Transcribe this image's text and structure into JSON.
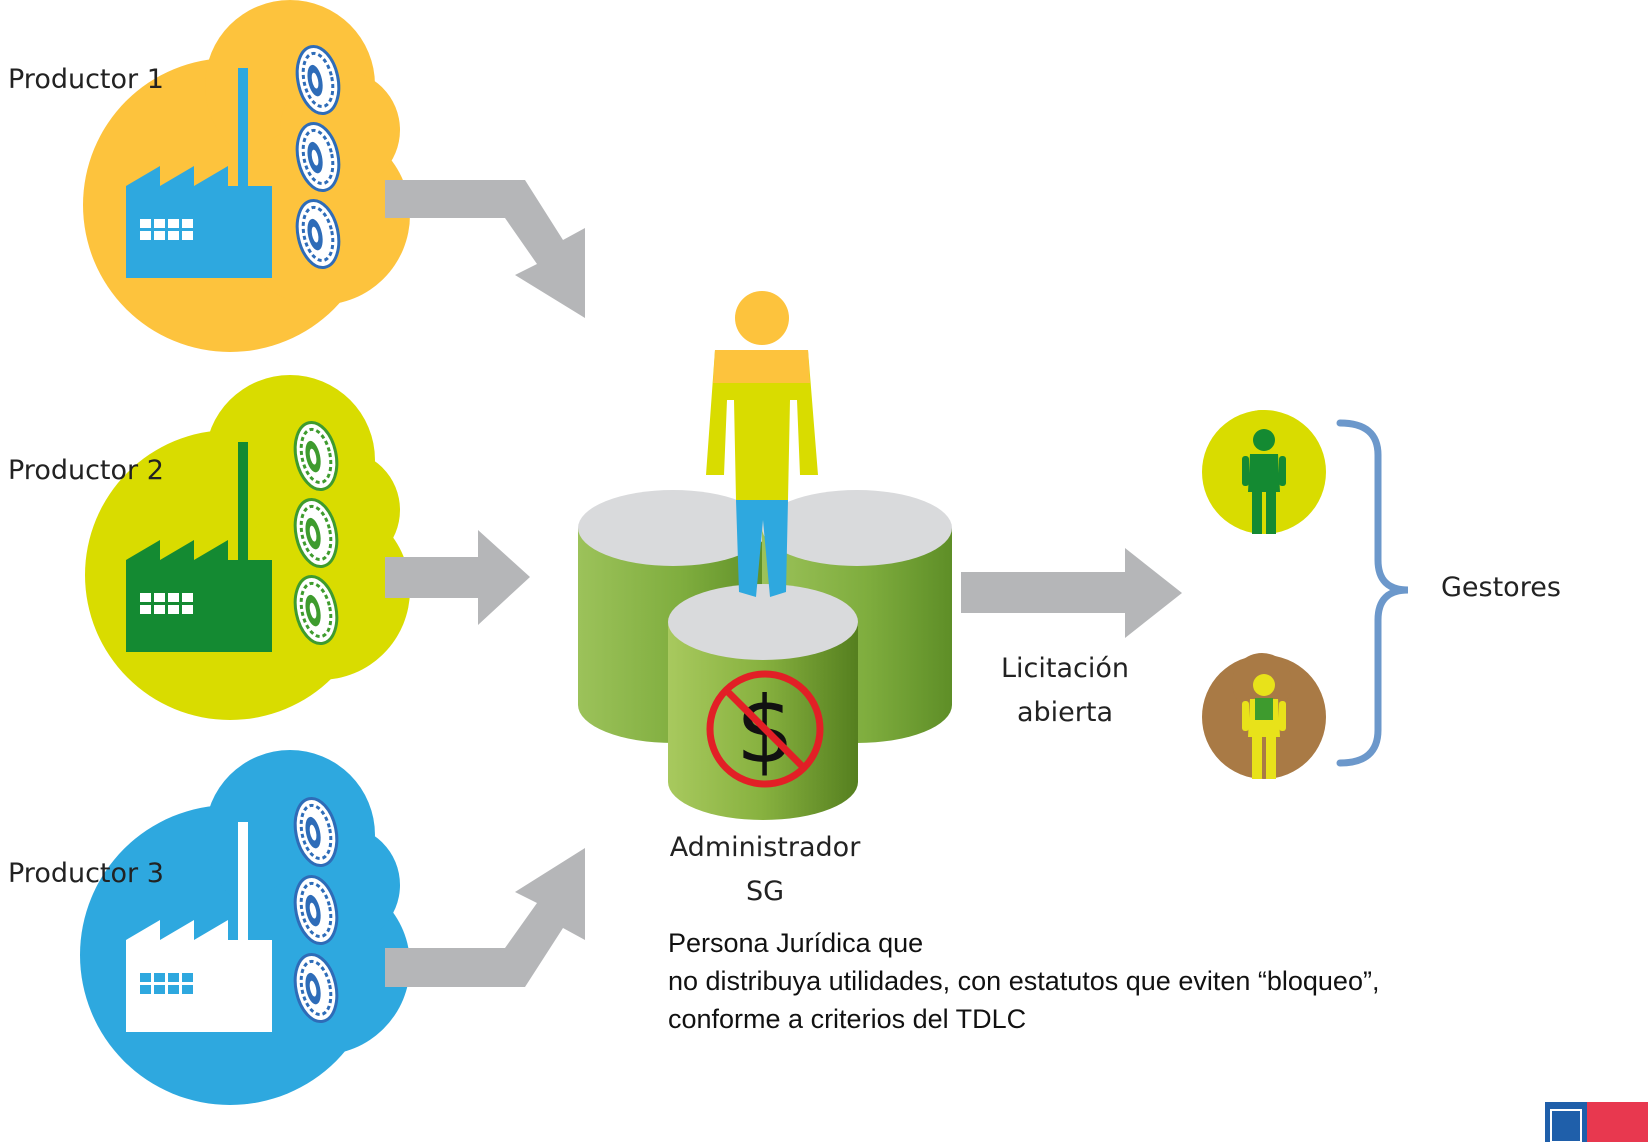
{
  "producers": [
    {
      "label": "Productor 1",
      "color": "#FDC33D",
      "factory_color": "#2EA8DF",
      "tire_color": "#2E6CB8"
    },
    {
      "label": "Productor 2",
      "color": "#D9DC00",
      "factory_color": "#148A32",
      "tire_color": "#3E9B2E"
    },
    {
      "label": "Productor 3",
      "color": "#2EA8DF",
      "factory_color": "#FFFFFF",
      "tire_color": "#2E6CB8"
    }
  ],
  "administrator": {
    "line1": "Administrador",
    "line2": "SG",
    "no_profit_symbol": "$"
  },
  "tender": {
    "line1": "Licitación",
    "line2": "abierta"
  },
  "managers": {
    "label": "Gestores",
    "worker_colors": [
      "#D9DC00",
      "#A97A45"
    ],
    "bracket_color": "#6C98CB"
  },
  "description": {
    "line1": "Persona Jurídica que",
    "line2": "no distribuya utilidades, con estatutos que eviten “bloqueo”,",
    "line3": "conforme a criterios del TDLC"
  },
  "colors": {
    "arrow": "#B5B6B8",
    "cylinder": "#8FB847",
    "cylinder_top": "#D9DADC",
    "person_head": "#FDC33D",
    "person_body": "#D9DC00",
    "person_legs": "#2EA8DF",
    "prohibition": "#E21F26"
  }
}
